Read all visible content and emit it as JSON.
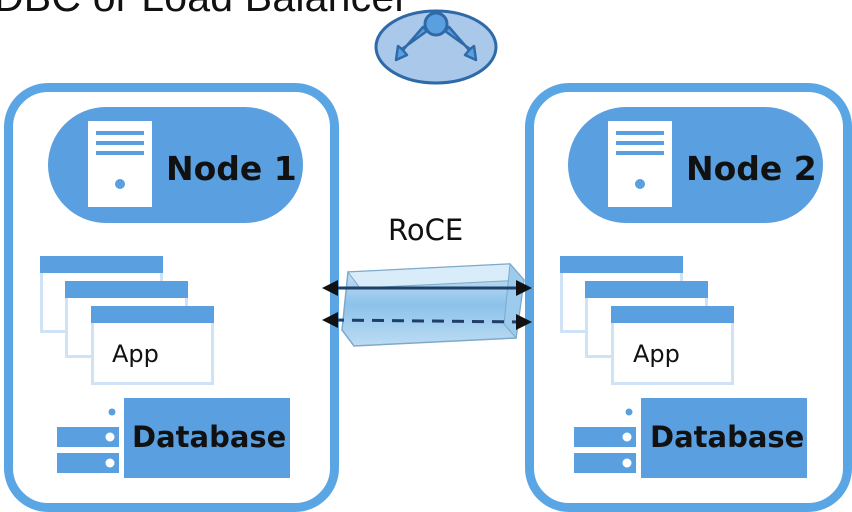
{
  "header": {
    "title": "DBC or Load Balancer"
  },
  "link": {
    "label": "RoCE"
  },
  "nodes": [
    {
      "label": "Node 1",
      "app_label": "App",
      "db_label": "Database"
    },
    {
      "label": "Node 2",
      "app_label": "App",
      "db_label": "Database"
    }
  ],
  "icons": {
    "balancer": "load-balancer-icon",
    "server": "server-icon",
    "app": "app-window-icon",
    "database": "database-icon",
    "link": "roce-link-icon"
  },
  "colors": {
    "panel_border": "#5aa5e4",
    "fill": "#5aa0e0",
    "window_border": "#cfe2f6",
    "balancer_fill": "#aac8ea",
    "balancer_stroke": "#2f6aa8",
    "link_fill": "#a9d2f0"
  }
}
